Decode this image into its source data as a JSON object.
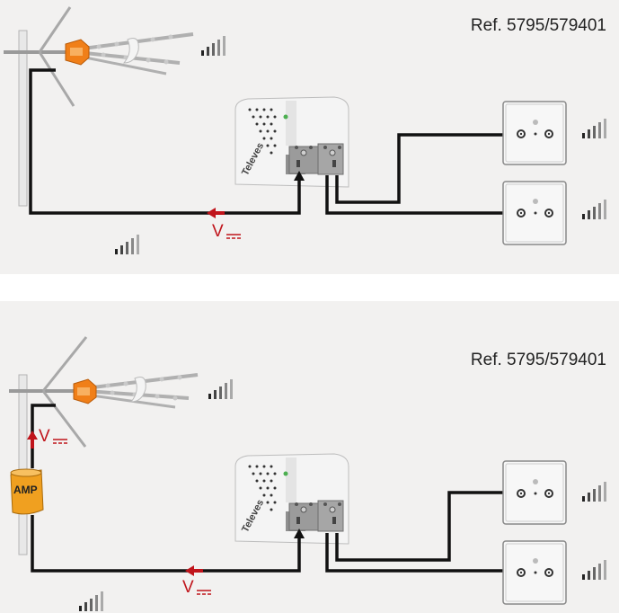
{
  "diagrams": [
    {
      "reference": "Ref. 5795/579401",
      "voltage_label": "V",
      "brand": "Televes"
    },
    {
      "reference": "Ref. 5795/579401",
      "voltage_label": "V",
      "brand": "Televes",
      "amp_label": "AMP"
    }
  ],
  "colors": {
    "cable": "#111111",
    "voltage_arrow": "#c0141b",
    "antenna_head": "#f07f18",
    "amp_body": "#f0a020",
    "signal_bars": "#444444"
  },
  "icons": [
    "antenna-icon",
    "power-supply-icon",
    "wall-socket-icon",
    "signal-strength-icon",
    "amplifier-icon",
    "arrow-icon"
  ]
}
